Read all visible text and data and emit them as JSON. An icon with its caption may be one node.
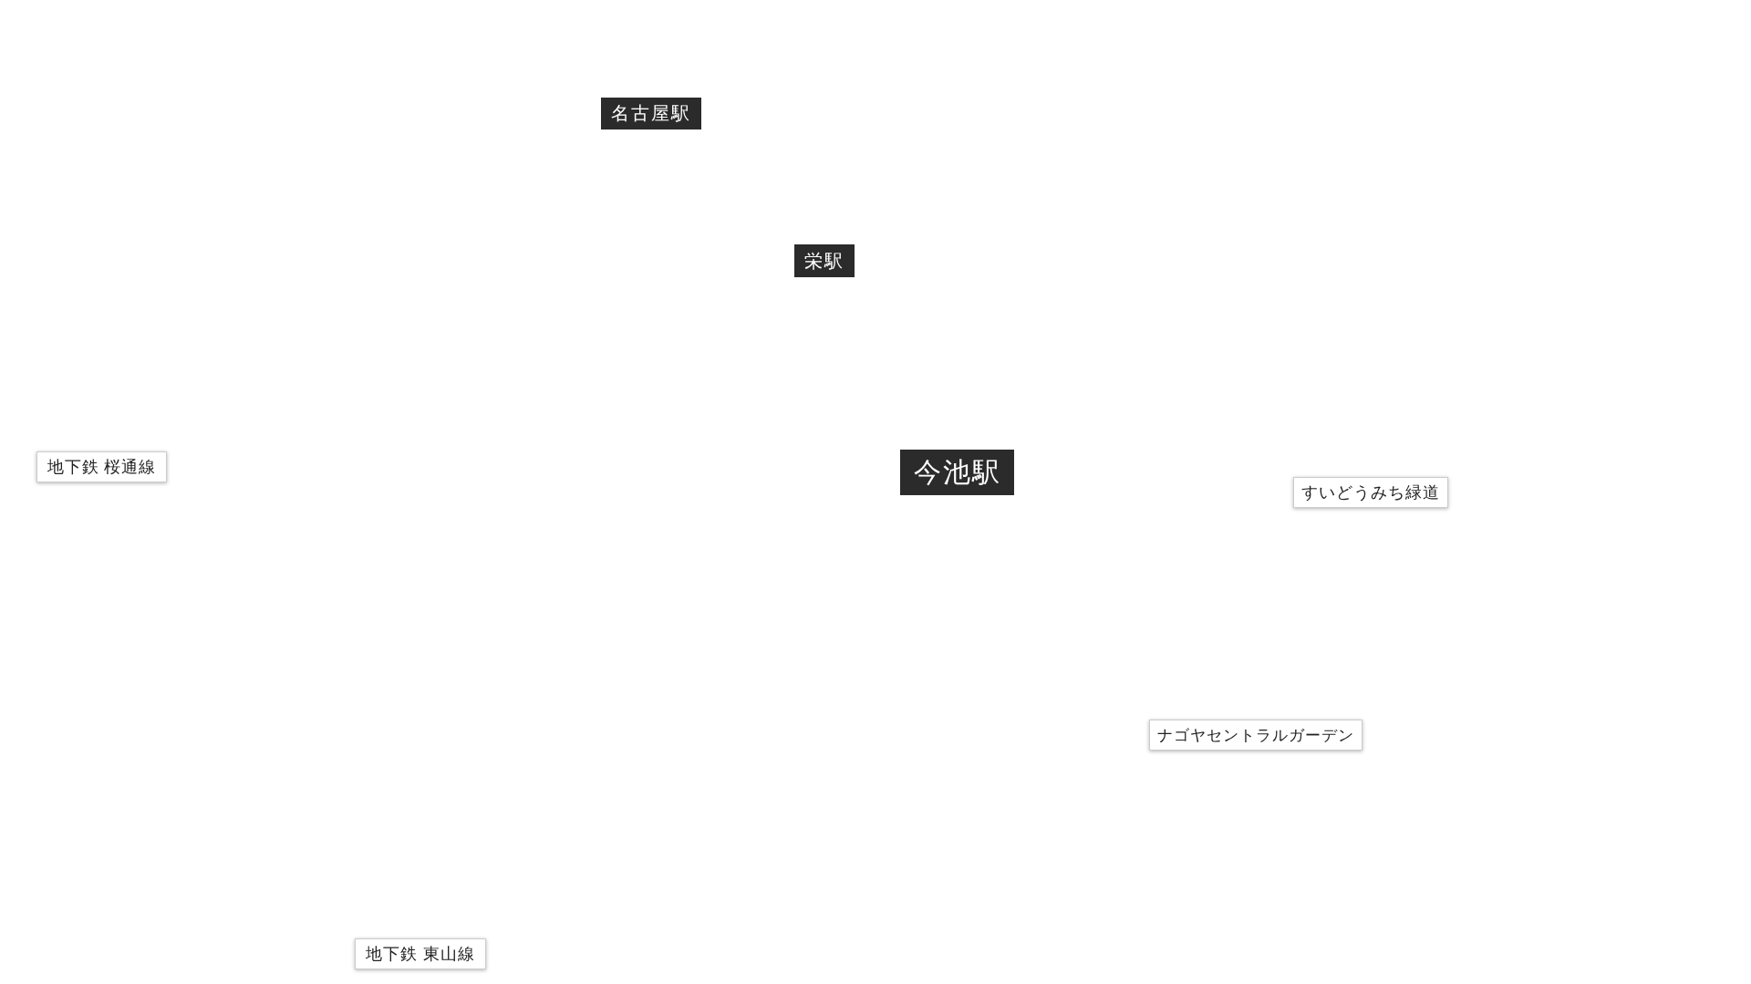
{
  "diagram": {
    "nodes": [
      {
        "text": [
          "名古屋駅"
        ]
      },
      {
        "text": [
          "栄駅"
        ]
      },
      {
        "text": [
          "地下鉄 桜通線"
        ]
      },
      {
        "text": [
          "今池駅"
        ]
      },
      {
        "text": [
          "すいどうみち緑道"
        ]
      },
      {
        "text": [
          "ナゴヤセントラルガーデン"
        ]
      },
      {
        "text": [
          "地下鉄 東山線"
        ]
      }
    ],
    "edges": []
  }
}
